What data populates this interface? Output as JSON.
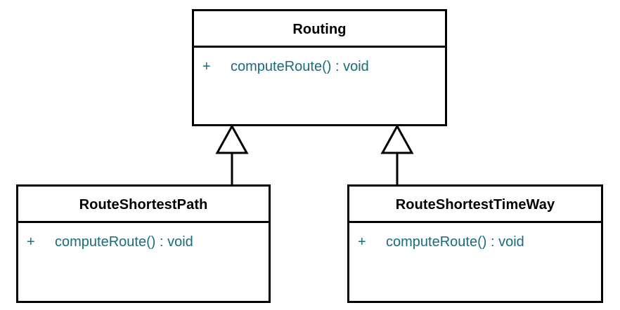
{
  "diagram": {
    "type": "uml-class-diagram",
    "background_color": "#ffffff",
    "border_color": "#000000",
    "title_color": "#000000",
    "member_color": "#1a6b7b"
  },
  "classes": [
    {
      "id": "routing",
      "name": "Routing",
      "members": [
        {
          "visibility": "+",
          "signature": "computeRoute() : void"
        }
      ]
    },
    {
      "id": "route_shortest_path",
      "name": "RouteShortestPath",
      "members": [
        {
          "visibility": "+",
          "signature": "computeRoute() : void"
        }
      ]
    },
    {
      "id": "route_shortest_time_way",
      "name": "RouteShortestTimeWay",
      "members": [
        {
          "visibility": "+",
          "signature": "computeRoute() : void"
        }
      ]
    }
  ],
  "relationships": [
    {
      "kind": "generalization",
      "from": "route_shortest_path",
      "to": "routing"
    },
    {
      "kind": "generalization",
      "from": "route_shortest_time_way",
      "to": "routing"
    }
  ]
}
